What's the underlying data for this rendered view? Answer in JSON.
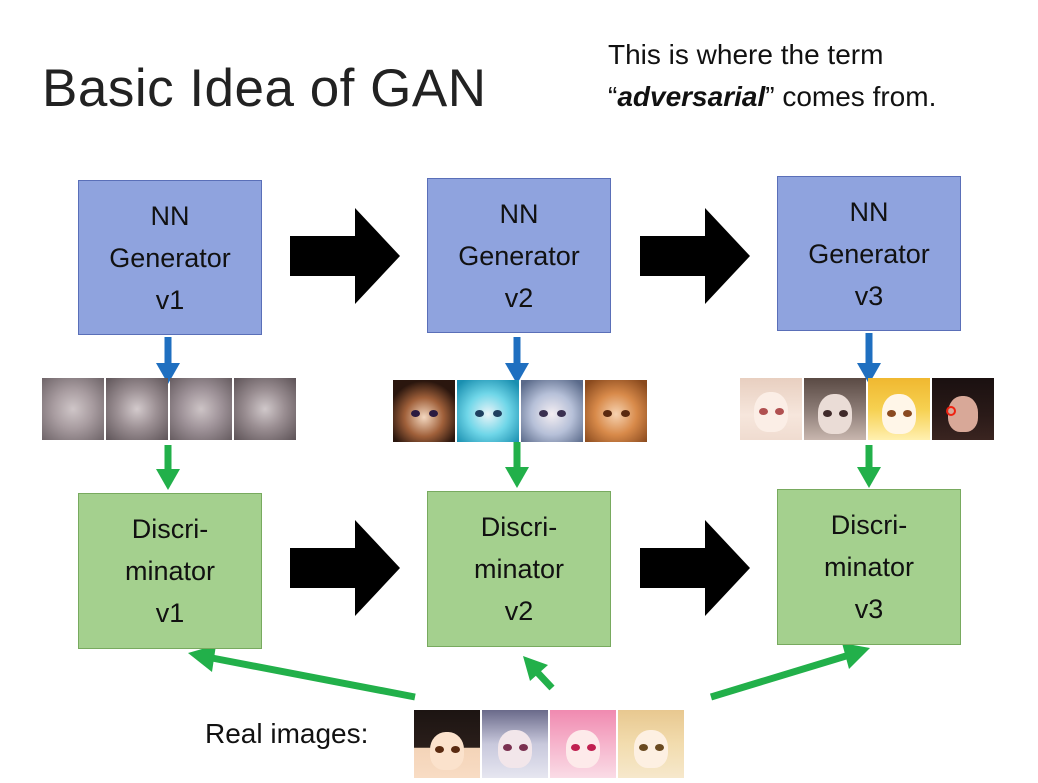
{
  "slide": {
    "title": "Basic Idea of GAN",
    "note": {
      "line1": "This is where the term",
      "quote_open": "“",
      "emphasis": "adversarial",
      "quote_close_rest": "” comes from."
    },
    "generators": [
      {
        "line1": "NN",
        "line2": "Generator",
        "line3": "v1"
      },
      {
        "line1": "NN",
        "line2": "Generator",
        "line3": "v2"
      },
      {
        "line1": "NN",
        "line2": "Generator",
        "line3": "v3"
      }
    ],
    "discriminators": [
      {
        "line1": "Discri-",
        "line2": "minator",
        "line3": "v1"
      },
      {
        "line1": "Discri-",
        "line2": "minator",
        "line3": "v2"
      },
      {
        "line1": "Discri-",
        "line2": "minator",
        "line3": "v3"
      }
    ],
    "real_images_label": "Real images:",
    "colors": {
      "generator_fill": "#8fa3de",
      "discriminator_fill": "#a4d08e",
      "blue_arrow": "#1f6fc0",
      "green_arrow": "#22b04a",
      "black_arrow": "#000000"
    }
  }
}
